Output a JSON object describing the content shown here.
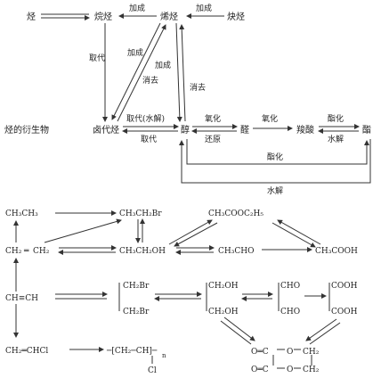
{
  "top": {
    "nodes": {
      "hydrocarbon": "烃",
      "alkane": "烷烃",
      "alkene": "烯烃",
      "alkyne": "炔烃",
      "derivative": "烃的衍生物",
      "haloalkane": "卤代烃",
      "alcohol": "醇",
      "aldehyde": "醛",
      "acid": "羧酸",
      "ester": "酯"
    },
    "labels": {
      "add1": "加成",
      "add2": "加成",
      "substitution_v": "取代",
      "add_diag1": "加成",
      "add_diag2": "加成",
      "elim_diag": "消去",
      "elim_right": "消去",
      "subst_hydrolysis": "取代(水解)",
      "substitution_h": "取代",
      "oxidation1": "氧化",
      "reduction": "还原",
      "oxidation2": "氧化",
      "esterification1": "酯化",
      "hydrolysis1": "水解",
      "esterification2": "酯化",
      "hydrolysis2": "水解"
    }
  },
  "bottom": {
    "ethane": "CH₃CH₃",
    "bromoethane": "CH₃CH₂Br",
    "ethyl_acetate": "CH₃COOC₂H₅",
    "ethylene_ch2": "CH₂",
    "ethylene_eq": "═",
    "ethylene_ch2b": "CH₂",
    "ethanol": "CH₃CH₂OH",
    "acetaldehyde": "CH₃CHO",
    "acetic_acid": "CH₃COOH",
    "acetylene": "CH≡CH",
    "dibromo_top": "CH₂Br",
    "dibromo_bottom": "CH₂Br",
    "glycol_top": "CH₂OH",
    "glycol_bottom": "CH₂OH",
    "glyoxal_top": "CHO",
    "glyoxal_bottom": "CHO",
    "oxalic_top": "COOH",
    "oxalic_bottom": "COOH",
    "vinyl_chloride": "CH₂═CHCl",
    "pvc_main": "─[CH₂─CH]─",
    "pvc_n": "n",
    "pvc_cl": "Cl",
    "ester_o_tl": "O═C",
    "ester_o_bl": "O═C",
    "ester_o_top": "O",
    "ester_o_bottom": "O",
    "ester_ch2_top": "CH₂",
    "ester_ch2_bottom": "CH₂"
  }
}
